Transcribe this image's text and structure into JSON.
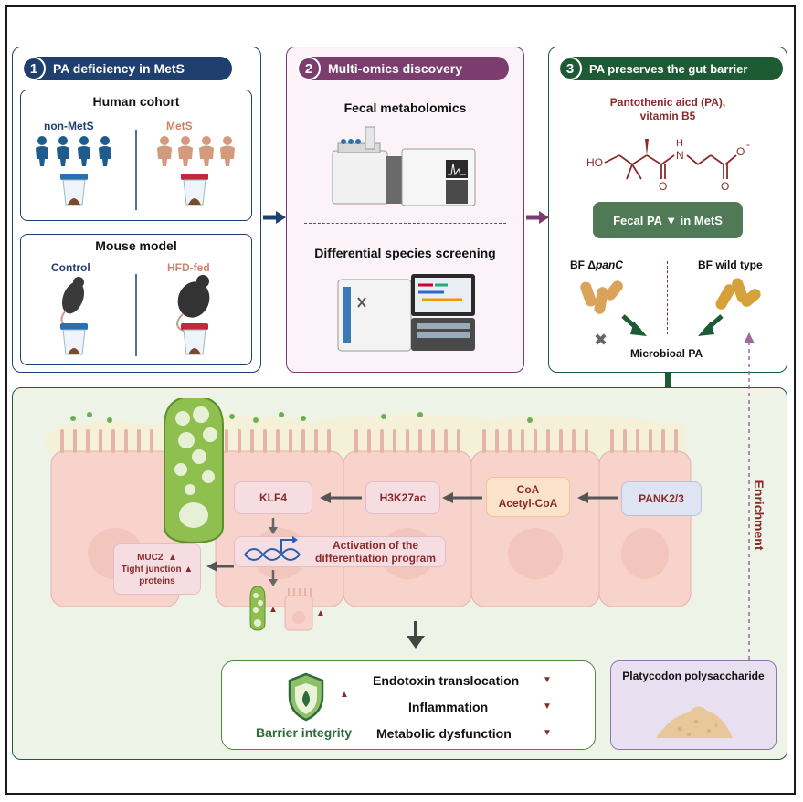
{
  "panel1": {
    "number": "1",
    "title": "PA deficiency in MetS",
    "human": {
      "title": "Human cohort",
      "left_label": "non-MetS",
      "right_label": "MetS"
    },
    "mouse": {
      "title": "Mouse model",
      "left_label": "Control",
      "right_label": "HFD-fed"
    }
  },
  "panel2": {
    "number": "2",
    "title": "Multi-omics discovery",
    "top_label": "Fecal metabolomics",
    "bottom_label": "Differential species screening"
  },
  "panel3": {
    "number": "3",
    "title": "PA preserves the gut barrier",
    "compound_line1": "Pantothenic aicd (PA),",
    "compound_line2": "vitamin B5",
    "struct_ho": "HO",
    "struct_n": "N",
    "struct_h": "H",
    "struct_o": "O",
    "struct_charge": "-",
    "fecal_box": "Fecal PA ▼ in MetS",
    "bf_left_prefix": "BF Δ",
    "bf_left_gene": "panC",
    "bf_right": "BF wild type",
    "cross": "✖",
    "microbial": "Microbioal PA"
  },
  "bottom": {
    "pank": "PANK2/3",
    "coa_line1": "CoA",
    "coa_line2": "Acetyl-CoA",
    "h3k": "H3K27ac",
    "klf4": "KLF4",
    "activation_line1": "Activation of the",
    "activation_line2": "differentiation program",
    "muc2": "MUC2",
    "tight_line1": "Tight junction",
    "tight_line2": "proteins",
    "up_arrow": "▲",
    "enrichment": "Enrichment",
    "outcome": {
      "barrier": "Barrier integrity",
      "items": [
        "Endotoxin translocation",
        "Inflammation",
        "Metabolic dysfunction"
      ],
      "down_arrow": "▼"
    },
    "platycodon": "Platycodon polysaccharide"
  },
  "colors": {
    "navy": "#1f3f6e",
    "purple": "#7a3d6e",
    "green": "#1e5b35",
    "red_text": "#8b2a2a",
    "cell_pink": "#f7d3cc",
    "goblet_green": "#8fbf4f"
  }
}
